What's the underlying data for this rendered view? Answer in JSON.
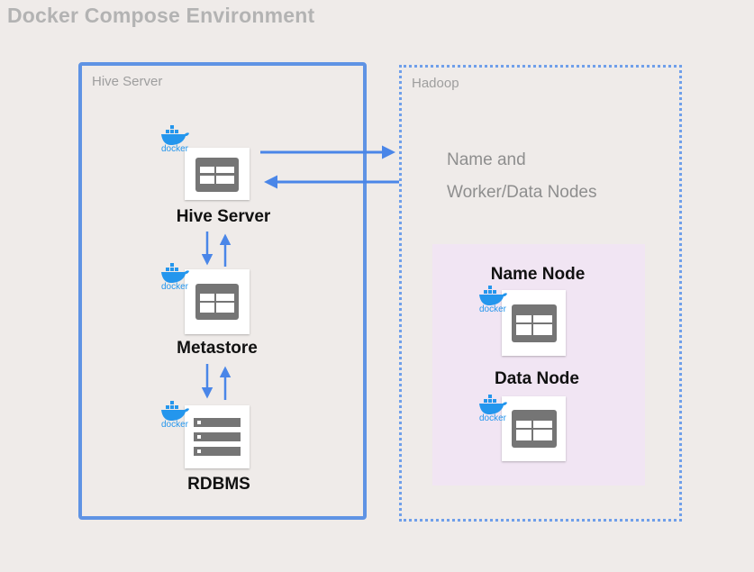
{
  "title": "Docker Compose Environment",
  "groups": {
    "hive": {
      "label": "Hive Server"
    },
    "hadoop": {
      "label": "Hadoop"
    }
  },
  "hadoop_description": [
    "Name and",
    "Worker/Data Nodes"
  ],
  "docker_badge": "docker",
  "nodes": {
    "hive_server": "Hive Server",
    "metastore": "Metastore",
    "rdbms": "RDBMS",
    "name_node": "Name Node",
    "data_node": "Data Node"
  },
  "colors": {
    "background": "#efebe9",
    "accent_blue": "#4a86e8",
    "border_blue": "#5f93e4",
    "pink_panel": "#f1e5f3",
    "icon_gray": "#757575",
    "title_gray": "#b3b3b3",
    "docker_blue": "#2496ed"
  },
  "icons": {
    "server": "server-window-icon",
    "database": "database-rack-icon",
    "docker": "docker-whale-icon"
  }
}
